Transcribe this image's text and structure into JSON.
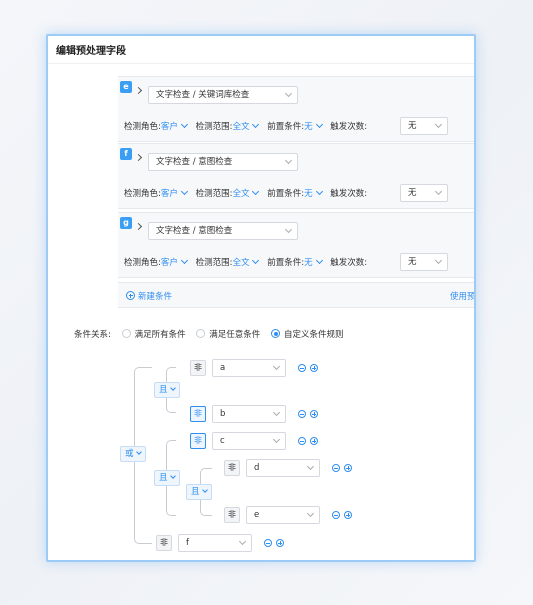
{
  "title": "编辑预处理字段",
  "conditions": [
    {
      "tag": "e",
      "type": "文字检查 / 关键词库检查",
      "role_label": "检测角色:",
      "role": "客户",
      "scope_label": "检测范围:",
      "scope": "全文",
      "pre_label": "前置条件:",
      "pre": "无",
      "times_label": "触发次数:",
      "times": "无"
    },
    {
      "tag": "f",
      "type": "文字检查 / 意图检查",
      "role_label": "检测角色:",
      "role": "客户",
      "scope_label": "检测范围:",
      "scope": "全文",
      "pre_label": "前置条件:",
      "pre": "无",
      "times_label": "触发次数:",
      "times": "无"
    },
    {
      "tag": "g",
      "type": "文字检查 / 意图检查",
      "role_label": "检测角色:",
      "role": "客户",
      "scope_label": "检测范围:",
      "scope": "全文",
      "pre_label": "前置条件:",
      "pre": "无",
      "times_label": "触发次数:",
      "times": "无"
    }
  ],
  "new_condition": "新建条件",
  "use_preset": "使用预",
  "relation": {
    "label": "条件关系:",
    "options": [
      "满足所有条件",
      "满足任意条件",
      "自定义条件规则"
    ],
    "selected": "自定义条件规则"
  },
  "tree": {
    "root": "或",
    "and1": "且",
    "and2": "且",
    "and3": "且",
    "not": "非",
    "items": [
      "a",
      "b",
      "c",
      "d",
      "e",
      "f"
    ]
  }
}
